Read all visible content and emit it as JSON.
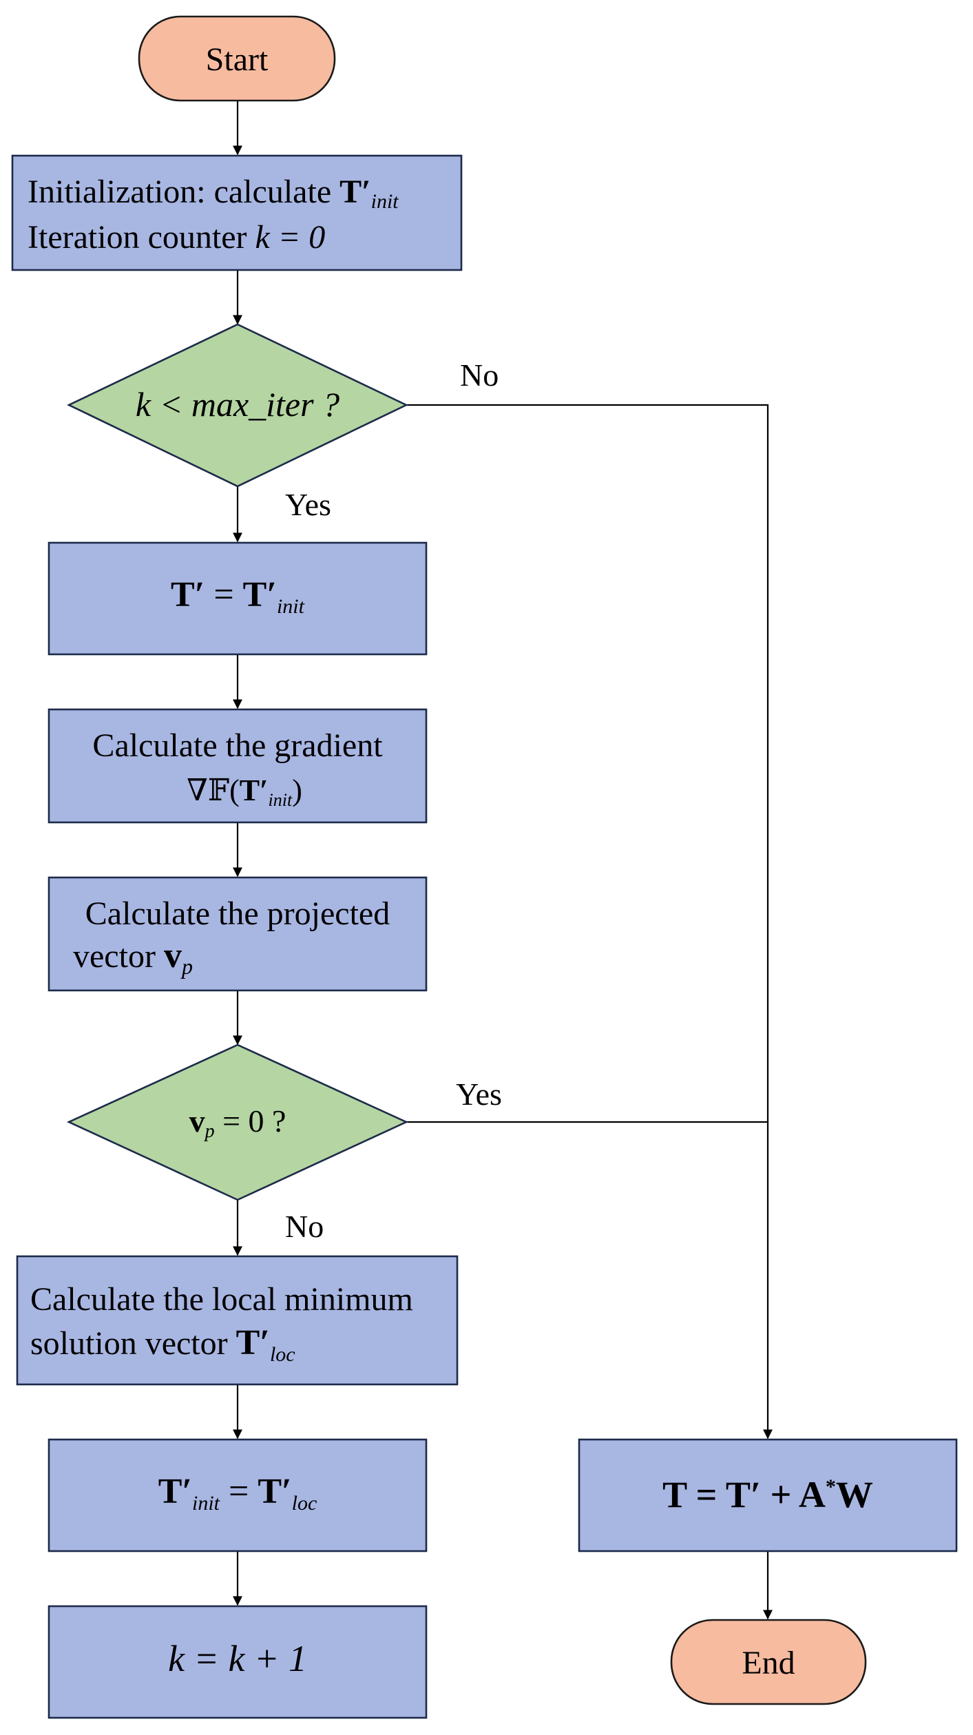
{
  "colors": {
    "terminal_fill": "#f7bba0",
    "process_fill": "#a8b6e2",
    "decision_fill": "#b5d5a2",
    "line": "#000000"
  },
  "nodes": {
    "start": {
      "text": "Start"
    },
    "init": {
      "line1": "Initialization: calculate ",
      "line1_math": "T′",
      "line1_sub": "init",
      "line2": "Iteration counter ",
      "line2_math": "k = 0"
    },
    "decision_iter": {
      "text": "k < max_iter ?"
    },
    "assign_init": {
      "lhs": "T′",
      "eq": " = ",
      "rhs": "T′",
      "rhs_sub": "init"
    },
    "gradient": {
      "line1": "Calculate the gradient",
      "line2_pre": "∇",
      "line2_F": "𝔽",
      "line2_paren_open": "(",
      "line2_math": "T′",
      "line2_sub": "init",
      "line2_paren_close": ")"
    },
    "projected": {
      "line1": "Calculate the projected",
      "line2": "vector ",
      "line2_math": "v",
      "line2_sub": "p"
    },
    "decision_vp": {
      "math": "v",
      "sub": "p",
      "rest": " = 0 ?"
    },
    "local_min": {
      "line1": "Calculate the local minimum",
      "line2": "solution vector ",
      "line2_math": "T′",
      "line2_sub": "loc"
    },
    "assign_loc": {
      "lhs": "T′",
      "lhs_sub": "init",
      "eq": " = ",
      "rhs": "T′",
      "rhs_sub": "loc"
    },
    "increment": {
      "text": "k = k + 1"
    },
    "result": {
      "text": "T = T′ + A",
      "sup": "*",
      "tail": "W"
    },
    "end": {
      "text": "End"
    }
  },
  "edge_labels": {
    "iter_no": "No",
    "iter_yes": "Yes",
    "vp_yes": "Yes",
    "vp_no": "No"
  }
}
